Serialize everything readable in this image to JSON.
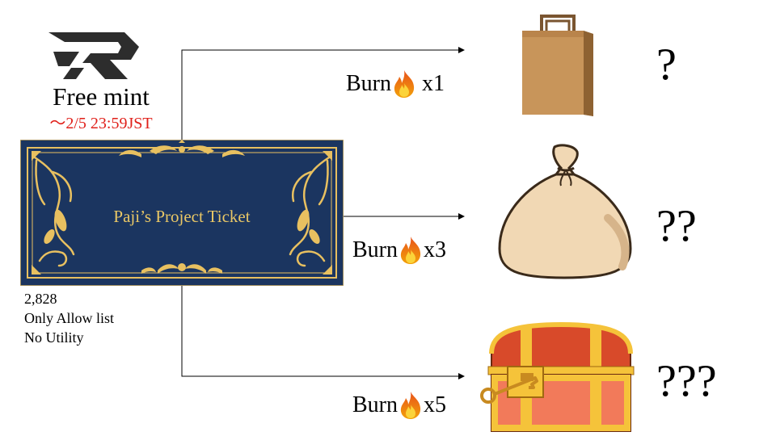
{
  "header": {
    "logo_icon": "r-logo-icon",
    "title": "Free mint",
    "deadline": "〜2/5 23:59JST",
    "deadline_color": "#e0201a"
  },
  "ticket": {
    "title": "Paji’s Project Ticket",
    "background_color": "#1b3560",
    "ornament_color": "#e8c060"
  },
  "ticket_info": {
    "supply": "2,828",
    "allow": "Only Allow list",
    "utility": "No Utility"
  },
  "tiers": [
    {
      "burn_label": "Burn",
      "flame_icon": "flame-icon",
      "multiplier": "x1",
      "reward_icon": "paper-bag-icon",
      "mystery": "?"
    },
    {
      "burn_label": "Burn",
      "flame_icon": "flame-icon",
      "multiplier": "x3",
      "reward_icon": "sack-icon",
      "mystery": "??"
    },
    {
      "burn_label": "Burn",
      "flame_icon": "flame-icon",
      "multiplier": "x5",
      "reward_icon": "treasure-chest-icon",
      "mystery": "???"
    }
  ]
}
